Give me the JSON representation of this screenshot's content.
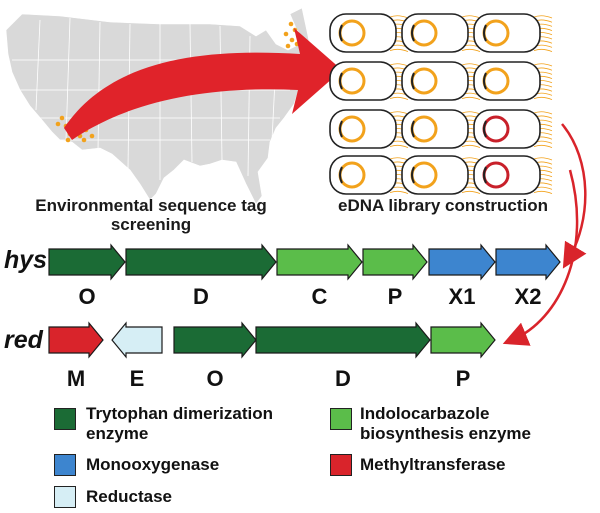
{
  "captions": {
    "screening": "Environmental sequence tag\nscreening",
    "library": "eDNA library construction"
  },
  "clusters": {
    "hys": {
      "name": "hys",
      "genes": [
        {
          "label": "O",
          "type": "trp"
        },
        {
          "label": "D",
          "type": "trp"
        },
        {
          "label": "C",
          "type": "indolo"
        },
        {
          "label": "P",
          "type": "indolo"
        },
        {
          "label": "X1",
          "type": "mono"
        },
        {
          "label": "X2",
          "type": "mono"
        }
      ]
    },
    "red": {
      "name": "red",
      "genes": [
        {
          "label": "M",
          "type": "methyl"
        },
        {
          "label": "E",
          "type": "reductase"
        },
        {
          "label": "O",
          "type": "trp"
        },
        {
          "label": "D",
          "type": "trp"
        },
        {
          "label": "P",
          "type": "indolo"
        }
      ]
    }
  },
  "legend": {
    "trp": {
      "label": "Trytophan dimerization\nenzyme",
      "color": "#1b6b35"
    },
    "indolo": {
      "label": "Indolocarbazole\nbiosynthesis enzyme",
      "color": "#5bbd4a"
    },
    "mono": {
      "label": "Monooxygenase",
      "color": "#3d85cf"
    },
    "methyl": {
      "label": "Methyltransferase",
      "color": "#d9242b"
    },
    "reductase": {
      "label": "Reductase",
      "color": "#d6eef5"
    }
  },
  "colors": {
    "map": "#d9d9d9",
    "sample_dots": "#f2a21c",
    "big_arrow": "#e0232a",
    "cell_outline": "#222222",
    "plasmid": "#f2a21c",
    "plasmid_hit": "#c8202a",
    "flow_arrow": "#d9242b"
  }
}
